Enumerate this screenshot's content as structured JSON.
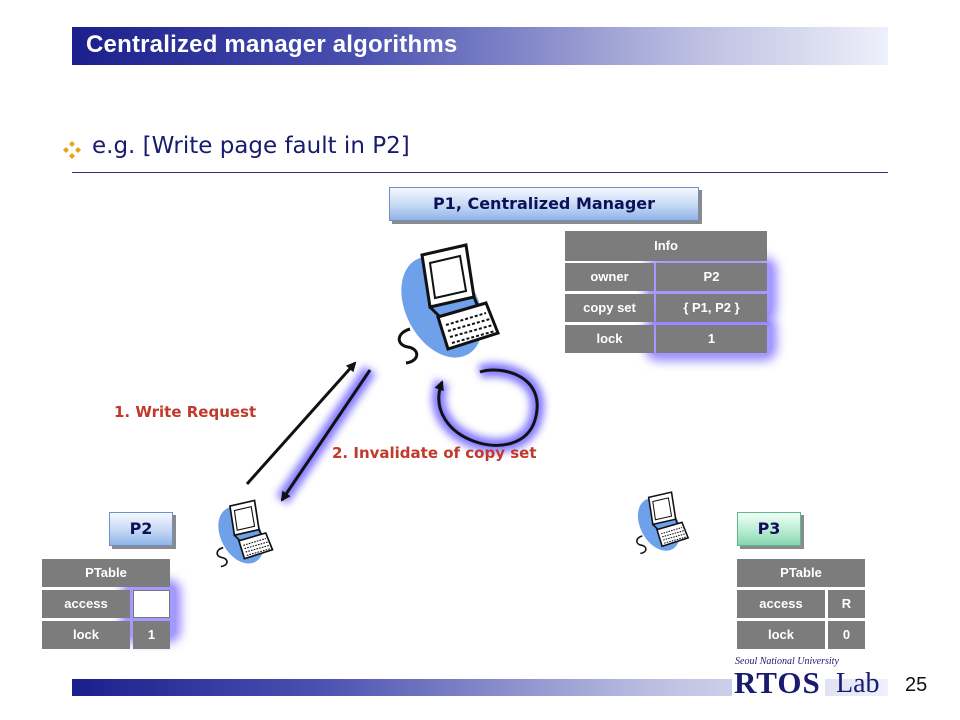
{
  "slide": {
    "title": "Centralized manager algorithms",
    "bullet": "e.g. [Write page fault in P2]",
    "page_number": "25"
  },
  "nodes": {
    "manager_label": "P1, Centralized Manager",
    "p2_label": "P2",
    "p3_label": "P3"
  },
  "info_table": {
    "header": "Info",
    "rows": [
      {
        "key": "owner",
        "value": "P2"
      },
      {
        "key": "copy set",
        "value": "{ P1, P2 }"
      },
      {
        "key": "lock",
        "value": "1"
      }
    ]
  },
  "p2_table": {
    "header": "PTable",
    "rows": [
      {
        "key": "access",
        "value": ""
      },
      {
        "key": "lock",
        "value": "1"
      }
    ]
  },
  "p3_table": {
    "header": "PTable",
    "rows": [
      {
        "key": "access",
        "value": "R"
      },
      {
        "key": "lock",
        "value": "0"
      }
    ]
  },
  "steps": {
    "write_request": "1.  Write Request",
    "invalidate": "2. Invalidate of copy set"
  },
  "logo": {
    "university": "Seoul National University",
    "rtos": "RTOS",
    "lab": "Lab"
  },
  "icons": {
    "bullet": "diamond-bullet-icon",
    "computer": "computer-icon"
  },
  "colors": {
    "accent": "#1b1f8c",
    "annotation": "#c0392b",
    "highlight_glow": "#6a5cff",
    "table_gray": "#7c7c7c"
  }
}
